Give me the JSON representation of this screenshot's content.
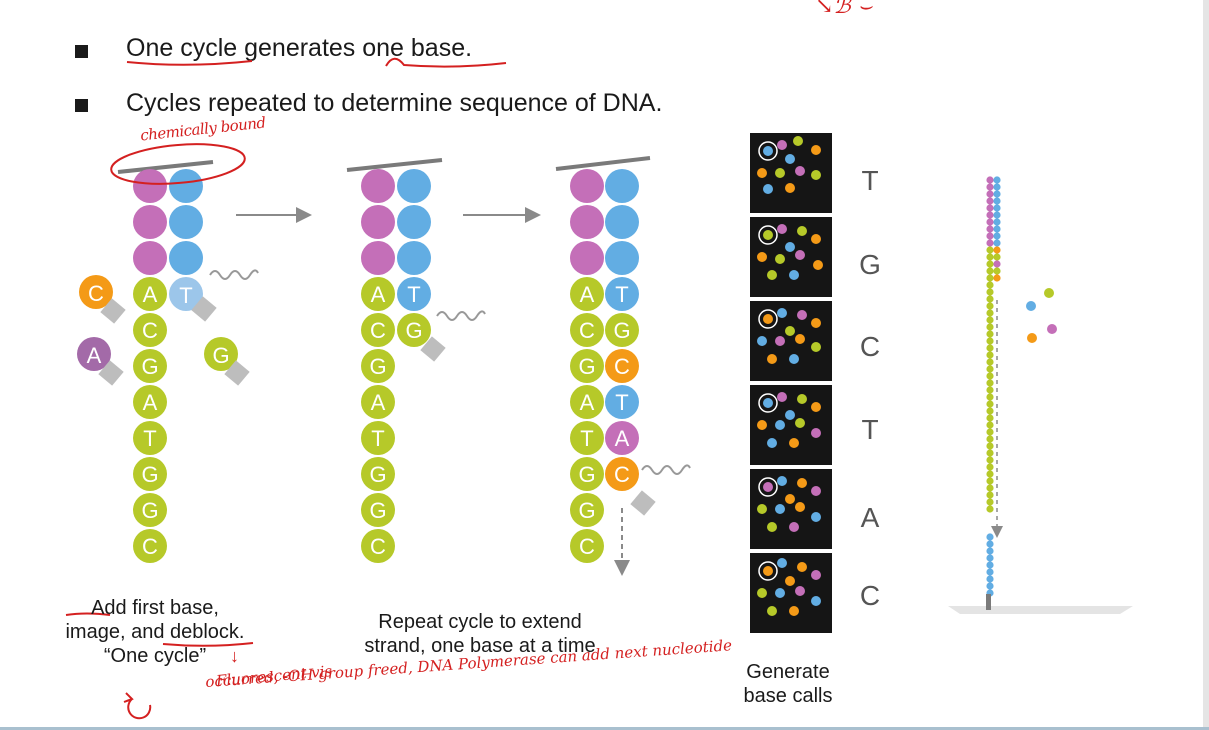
{
  "bullets": [
    {
      "text": "One cycle generates one base."
    },
    {
      "text": "Cycles repeated to determine sequence of DNA."
    }
  ],
  "captions": {
    "add_first_base": [
      "Add first base,",
      "image, and deblock.",
      "“One cycle”"
    ],
    "repeat_cycle": [
      "Repeat cycle to extend",
      "strand, one base at a time"
    ],
    "generate_calls": [
      "Generate",
      "base calls"
    ]
  },
  "panel1": {
    "strand_letters": [
      "A",
      "C",
      "G",
      "A",
      "T",
      "G",
      "G",
      "C"
    ],
    "incoming_letter": "T",
    "free_nucleotides": [
      "C",
      "A",
      "G"
    ]
  },
  "panel2": {
    "strand_letters": [
      "A",
      "C",
      "G",
      "A",
      "T",
      "G",
      "G",
      "C"
    ],
    "paired_letters": [
      "T",
      "G"
    ]
  },
  "panel3": {
    "strand_letters": [
      "A",
      "C",
      "G",
      "A",
      "T",
      "G",
      "G",
      "C"
    ],
    "paired_letters": [
      "T",
      "G",
      "C",
      "T",
      "A",
      "C"
    ]
  },
  "base_calls": [
    "T",
    "G",
    "C",
    "T",
    "A",
    "C"
  ],
  "annotations": {
    "top_corner": "↘ℬ ⌣",
    "chemically_bound": "chemically bound",
    "arrow_mark": "↓",
    "line1_left": "Fluorescent vis",
    "line2_left": "occurred, -OH group freed, DNA Polymerase can add next nucleotide",
    "cycle_symbol": "↺"
  },
  "colors": {
    "purple": "#c46fb8",
    "blue": "#62ade3",
    "lime": "#b6c929",
    "orange": "#f49a17",
    "light_blue": "#9cc6ea",
    "ink_red": "#d42020",
    "tile_bg": "#151515"
  }
}
